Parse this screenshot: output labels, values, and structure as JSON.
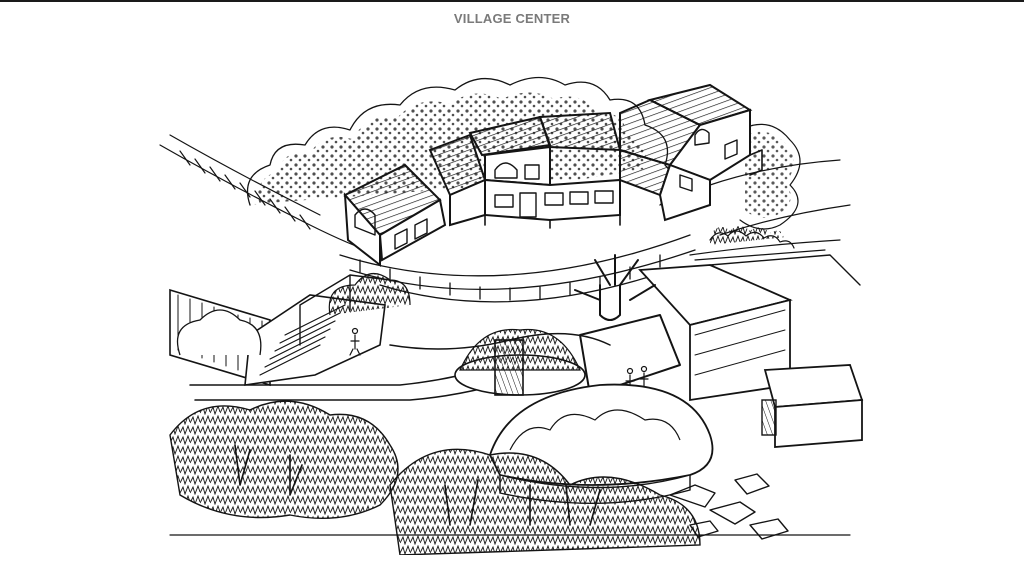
{
  "title": "VILLAGE CENTER",
  "colors": {
    "background": "#ffffff",
    "title": "#7a7a7a",
    "ink": "#141414"
  },
  "illustration": {
    "name": "village-center-sketch",
    "icon": "hand-drawn-architectural-sketch"
  }
}
